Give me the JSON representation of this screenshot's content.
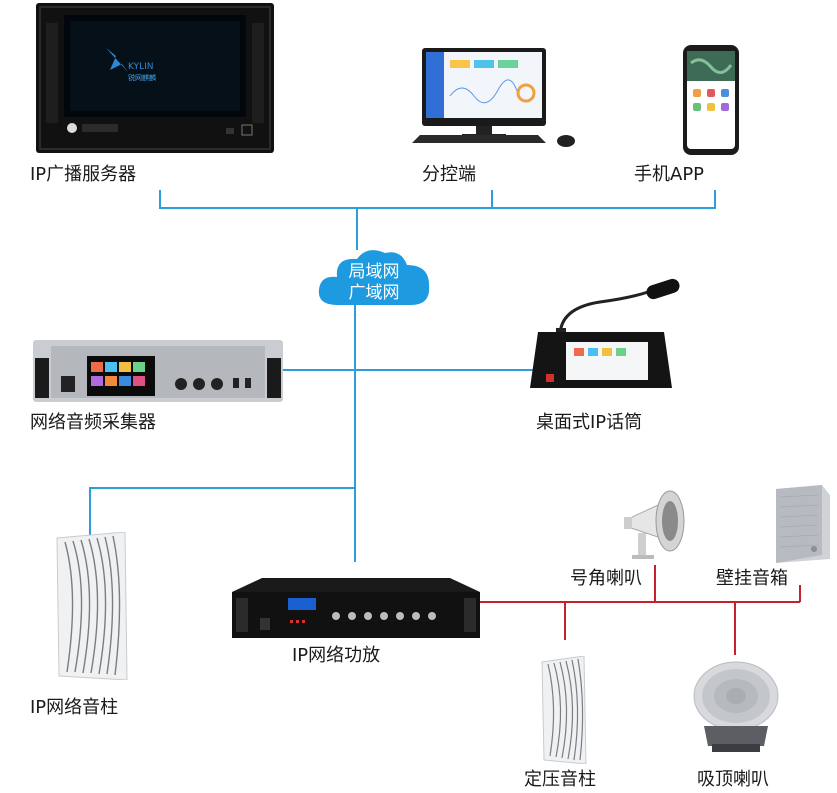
{
  "colors": {
    "network_line": "#2a9fd8",
    "speaker_line": "#c8202a",
    "cloud": "#1e9be0",
    "device_dark": "#161616",
    "device_silver": "#cfd2d6"
  },
  "cloud": {
    "line1": "局域网",
    "line2": "广域网"
  },
  "devices": {
    "server": {
      "label": "IP广播服务器",
      "logo": "KYLIN",
      "sub_logo": "锐网麒麟",
      "icon": "rack-server-icon"
    },
    "client": {
      "label": "分控端",
      "icon": "desktop-computer-icon"
    },
    "app": {
      "label": "手机APP",
      "icon": "smartphone-icon"
    },
    "collector": {
      "label": "网络音频采集器",
      "icon": "audio-collector-icon"
    },
    "mic": {
      "label": "桌面式IP话筒",
      "icon": "desktop-microphone-icon"
    },
    "column": {
      "label": "IP网络音柱",
      "icon": "column-speaker-icon"
    },
    "amplifier": {
      "label": "IP网络功放",
      "icon": "amplifier-icon"
    },
    "horn": {
      "label": "号角喇叭",
      "icon": "horn-speaker-icon"
    },
    "wall": {
      "label": "壁挂音箱",
      "icon": "wall-speaker-icon"
    },
    "const_column": {
      "label": "定压音柱",
      "icon": "column-speaker-icon"
    },
    "ceiling": {
      "label": "吸顶喇叭",
      "icon": "ceiling-speaker-icon"
    }
  }
}
